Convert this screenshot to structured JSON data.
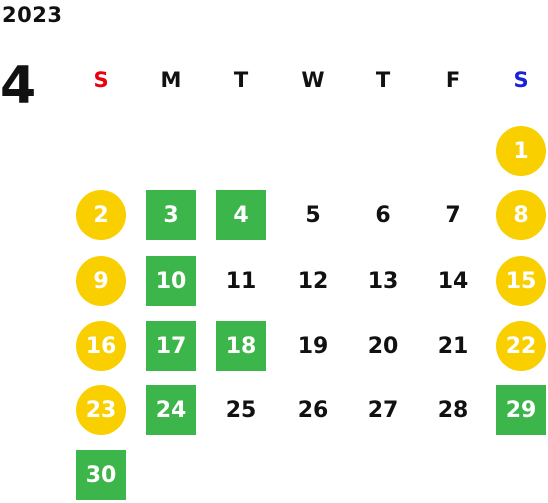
{
  "calendar": {
    "year": "2023",
    "month": "4",
    "colors": {
      "sunday_header": "#e8000b",
      "saturday_header": "#1a22d8",
      "weekday_header": "#111111",
      "holiday_circle": "#f9cf00",
      "highlight_square": "#3cb54a",
      "text_default": "#111111",
      "text_on_mark": "#ffffff"
    },
    "weekdays": [
      {
        "label": "S",
        "color": "sunday"
      },
      {
        "label": "M",
        "color": "weekday"
      },
      {
        "label": "T",
        "color": "weekday"
      },
      {
        "label": "W",
        "color": "weekday"
      },
      {
        "label": "T",
        "color": "weekday"
      },
      {
        "label": "F",
        "color": "weekday"
      },
      {
        "label": "S",
        "color": "saturday"
      }
    ],
    "weeks": [
      [
        null,
        null,
        null,
        null,
        null,
        null,
        {
          "day": "1",
          "mark": "circle"
        }
      ],
      [
        {
          "day": "2",
          "mark": "circle"
        },
        {
          "day": "3",
          "mark": "square"
        },
        {
          "day": "4",
          "mark": "square"
        },
        {
          "day": "5",
          "mark": "none"
        },
        {
          "day": "6",
          "mark": "none"
        },
        {
          "day": "7",
          "mark": "none"
        },
        {
          "day": "8",
          "mark": "circle"
        }
      ],
      [
        {
          "day": "9",
          "mark": "circle"
        },
        {
          "day": "10",
          "mark": "square"
        },
        {
          "day": "11",
          "mark": "none"
        },
        {
          "day": "12",
          "mark": "none"
        },
        {
          "day": "13",
          "mark": "none"
        },
        {
          "day": "14",
          "mark": "none"
        },
        {
          "day": "15",
          "mark": "circle"
        }
      ],
      [
        {
          "day": "16",
          "mark": "circle"
        },
        {
          "day": "17",
          "mark": "square"
        },
        {
          "day": "18",
          "mark": "square"
        },
        {
          "day": "19",
          "mark": "none"
        },
        {
          "day": "20",
          "mark": "none"
        },
        {
          "day": "21",
          "mark": "none"
        },
        {
          "day": "22",
          "mark": "circle"
        }
      ],
      [
        {
          "day": "23",
          "mark": "circle"
        },
        {
          "day": "24",
          "mark": "square"
        },
        {
          "day": "25",
          "mark": "none"
        },
        {
          "day": "26",
          "mark": "none"
        },
        {
          "day": "27",
          "mark": "none"
        },
        {
          "day": "28",
          "mark": "none"
        },
        {
          "day": "29",
          "mark": "square"
        }
      ],
      [
        {
          "day": "30",
          "mark": "square"
        },
        null,
        null,
        null,
        null,
        null,
        null
      ]
    ]
  }
}
